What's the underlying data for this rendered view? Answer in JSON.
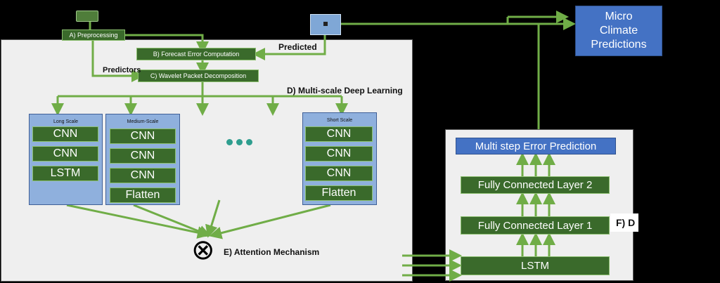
{
  "steps": {
    "preprocessing": "A) Preprocessing",
    "forecast_error": "B) Forecast Error Computation",
    "wavelet": "C) Wavelet Packet Decomposition",
    "multiscale": "D) Multi-scale Deep Learning",
    "attention": "E) Attention Mechanism",
    "f_label": "F) D"
  },
  "labels": {
    "predicted": "Predicted",
    "predictors": "Predictors"
  },
  "scales": {
    "long": {
      "title": "Long Scale",
      "layers": [
        "CNN",
        "CNN",
        "LSTM"
      ]
    },
    "medium": {
      "title": "Medium-Scale",
      "layers": [
        "CNN",
        "CNN",
        "CNN",
        "Flatten"
      ]
    },
    "short": {
      "title": "Short Scale",
      "layers": [
        "CNN",
        "CNN",
        "CNN",
        "Flatten"
      ]
    }
  },
  "right_panel": {
    "header": "Multi step Error Prediction",
    "fc2": "Fully Connected Layer 2",
    "fc1": "Fully Connected Layer 1",
    "lstm": "LSTM"
  },
  "output": {
    "line1": "Micro",
    "line2": "Climate",
    "line3": "Predictions"
  },
  "attention_symbol": "⊗",
  "colors": {
    "arrow_green": "#70ad47",
    "box_green": "#3a6a2b",
    "scale_blue": "#8fb0dd",
    "output_blue": "#4472c4",
    "panel_gray": "#efefef"
  }
}
